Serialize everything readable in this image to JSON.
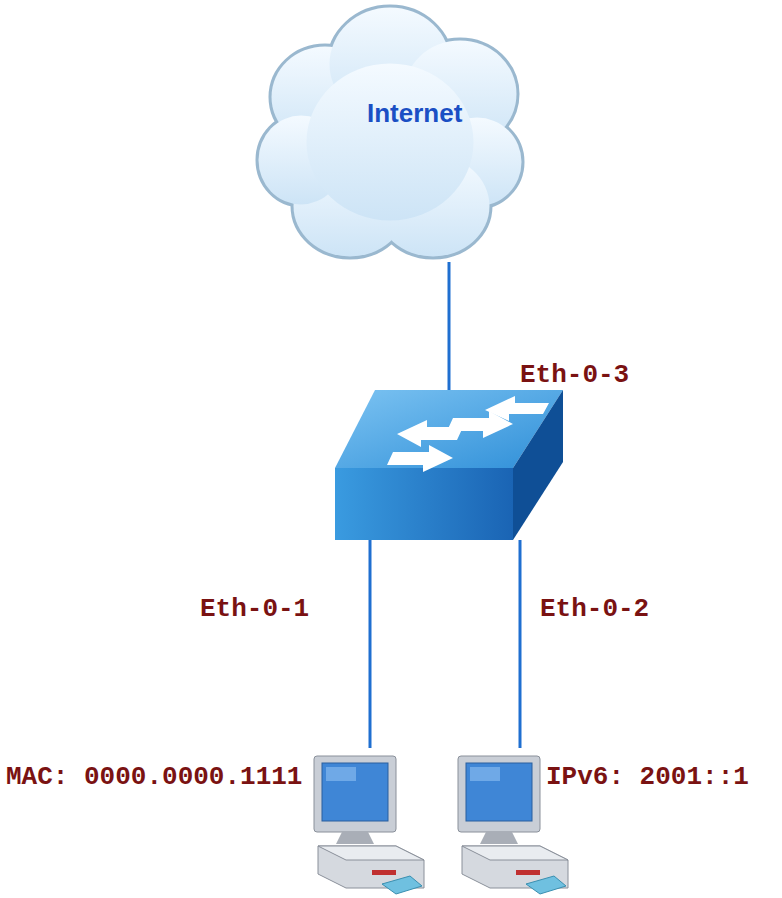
{
  "diagram": {
    "nodes": [
      {
        "text": [
          "Internet"
        ]
      },
      {
        "text": []
      },
      {
        "text": [
          "MAC: 0000.0000.1111"
        ]
      },
      {
        "text": [
          "IPv6: 2001::1"
        ]
      }
    ],
    "edges": [
      {
        "from": 0,
        "to": 1,
        "arrow": "none",
        "label": "Eth-0-3"
      },
      {
        "from": 1,
        "to": 2,
        "arrow": "none",
        "label": "Eth-0-1"
      },
      {
        "from": 1,
        "to": 3,
        "arrow": "none",
        "label": "Eth-0-2"
      }
    ]
  }
}
